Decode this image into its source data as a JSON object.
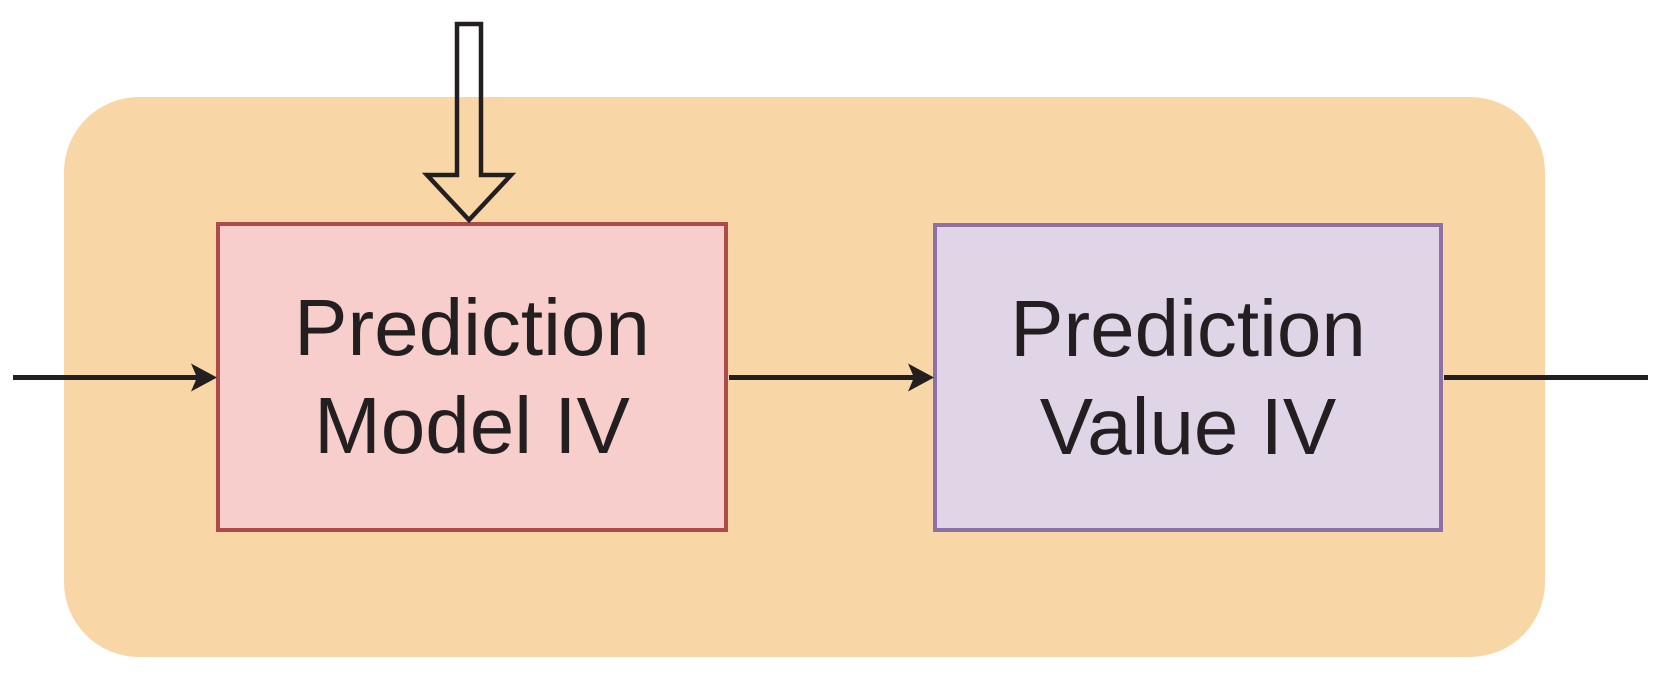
{
  "diagram": {
    "title": "prediction-pipeline-fragment",
    "container": {
      "fill": "#f8d6a6"
    },
    "boxes": [
      {
        "id": "prediction-model-iv",
        "line1": "Prediction",
        "line2": "Model IV",
        "fill": "#f7cecc",
        "border": "#ae4a47"
      },
      {
        "id": "prediction-value-iv",
        "line1": "Prediction",
        "line2": "Value IV",
        "fill": "#dfd5e7",
        "border": "#8c70a6"
      }
    ],
    "arrows": {
      "top_input": "hollow-down-arrow",
      "left_input": "solid-right-arrow",
      "model_to_value": "solid-right-arrow",
      "output": "plain-line"
    },
    "colors": {
      "line": "#231f20",
      "text": "#231f20",
      "background": "#ffffff"
    }
  }
}
